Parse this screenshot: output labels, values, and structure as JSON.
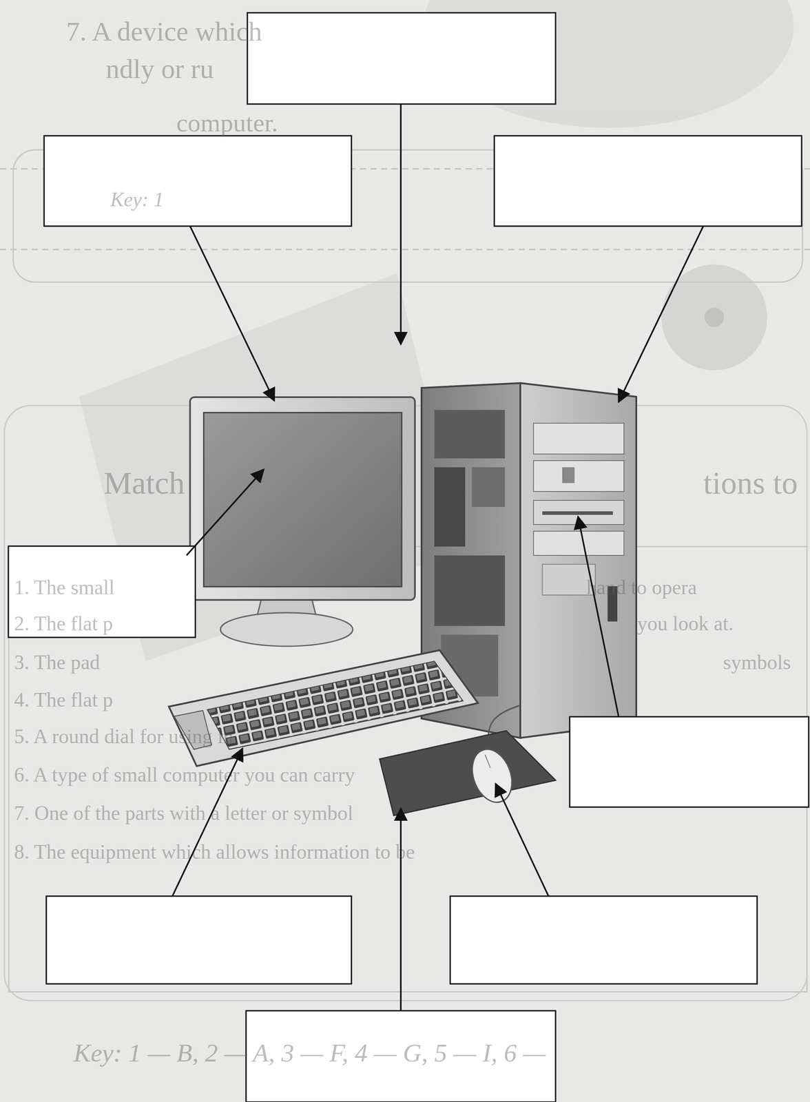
{
  "diagram": {
    "labels": [
      "7. A device which",
      "ndly or ru",
      "computer.",
      "Key: 1",
      "Match",
      "tions to",
      "1. The small",
      "hand to opera",
      "2. The flat p",
      "you look at.",
      "3. The pad",
      "symbols",
      "4. The flat p",
      "5. A round dial for using in",
      "6. A type of small computer you can carry",
      "7. One of the parts with a letter or symbol",
      "8. The equipment which allows information to be",
      "Key: 1 — B, 2 — A, 3 — F, 4 — G, 5 — I, 6 —"
    ]
  }
}
